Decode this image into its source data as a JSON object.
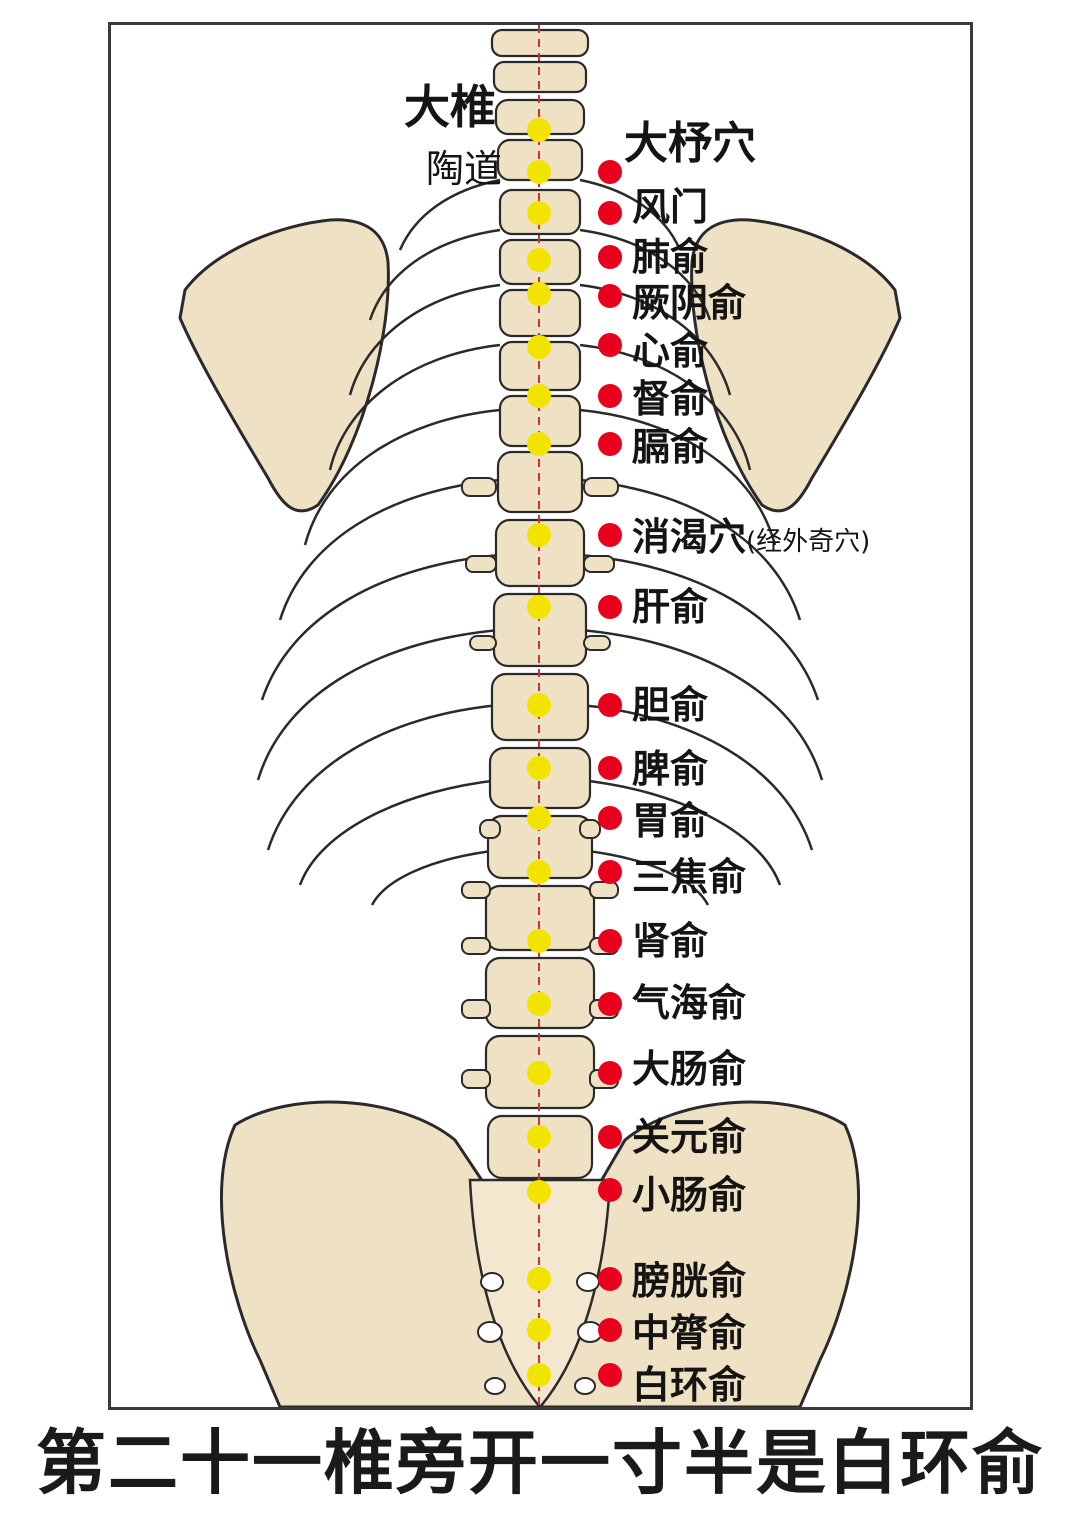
{
  "labels": {
    "dazhui": "大椎",
    "taodao": "陶道",
    "dazhu": "大杼穴",
    "fengmen": "风门",
    "feishu": "肺俞",
    "jueyinshu": "厥阴俞",
    "xinshu": "心俞",
    "dushu": "督俞",
    "geshu": "膈俞",
    "yishu": "消渴穴",
    "yishu_note": "(经外奇穴)",
    "ganshu": "肝俞",
    "danshu": "胆俞",
    "pishu": "脾俞",
    "weishu": "胃俞",
    "sanjiaoshu": "三焦俞",
    "shenshu": "肾俞",
    "qihaishu": "气海俞",
    "dachangshu": "大肠俞",
    "guanyuanshu": "关元俞",
    "xiaochangshu": "小肠俞",
    "pangguangshu": "膀胱俞",
    "zhonglvshu": "中膂俞",
    "baihuanshu": "白环俞"
  },
  "caption": "第二十一椎旁开一寸半是白环俞",
  "colors": {
    "midline_point": "#f2e400",
    "bladder_point": "#e8001c",
    "midline": "#d03030",
    "bone": "#efe2c4",
    "outline": "#2a2a2a"
  }
}
